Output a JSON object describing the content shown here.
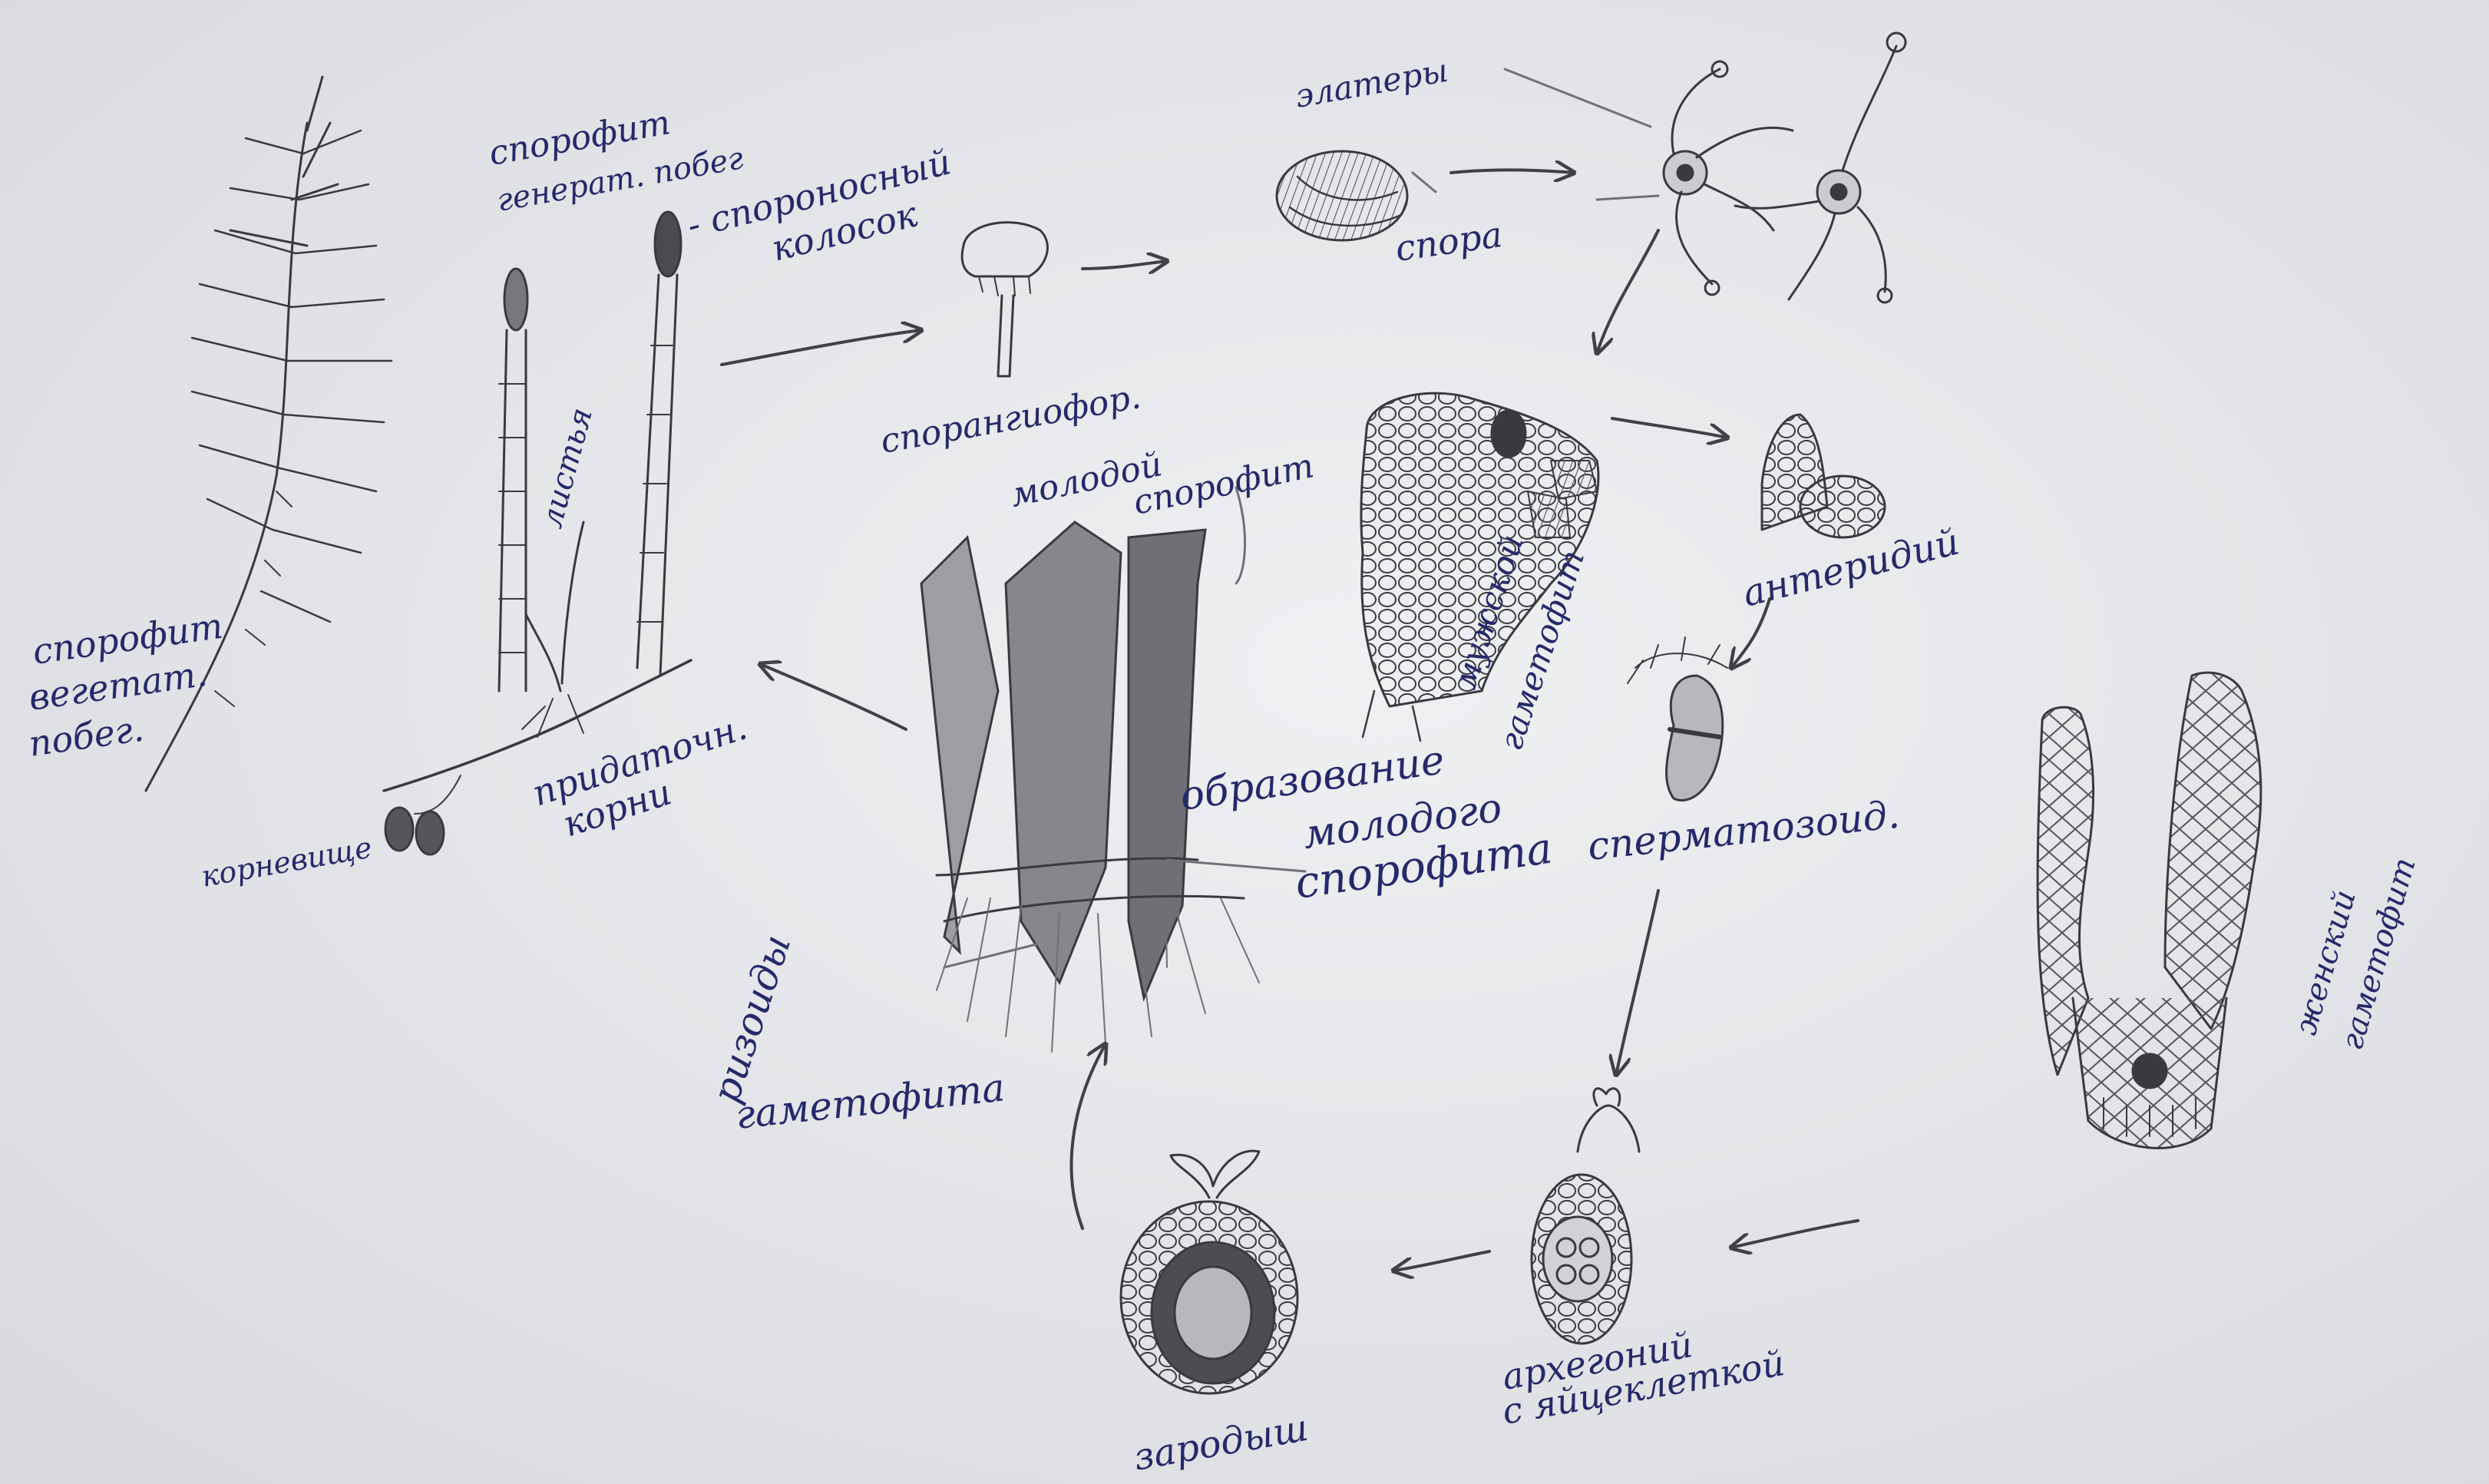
{
  "labels": {
    "sporophyte_generative": [
      "спорофит",
      "генерат. побег"
    ],
    "sporangium_spike": [
      "- спороносный",
      "колосок"
    ],
    "sporophyte_vegetative": [
      "спорофит",
      "вегетат.",
      "побег."
    ],
    "leaves": "листья",
    "rhizome": "корневище",
    "adventitious_roots": [
      "придаточн.",
      "корни"
    ],
    "sporangiophore": "спорангиофор.",
    "elaters": "элатеры",
    "spore": "спора",
    "male_gametophyte": [
      "мужской",
      "гаметофит"
    ],
    "antheridium": "антеридий",
    "spermatozoid": "сперматозоид.",
    "young_sporophyte": [
      "молодой",
      "спорофит"
    ],
    "young_sporophyte_formation": [
      "образование",
      "молодого",
      "спорофита"
    ],
    "gametophyte_rhizoids": [
      "ризоиды",
      "гаметофита"
    ],
    "archegonium": [
      "архегоний",
      "с яйцеклеткой"
    ],
    "embryo": "зародыш",
    "female_gametophyte": [
      "женский",
      "гаметофит"
    ]
  },
  "colors": {
    "ink": "#24296b",
    "pencil": "#3a3a3e",
    "paper": "#e9eaec"
  }
}
